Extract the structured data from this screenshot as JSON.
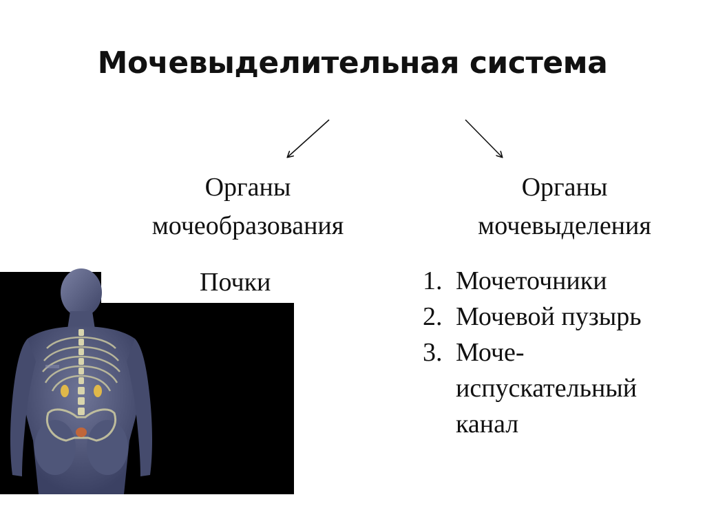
{
  "slide": {
    "title": "Мочевыделительная система",
    "left_column": {
      "heading_line1": "Органы",
      "heading_line2": "мочеобразования",
      "item": "Почки"
    },
    "right_column": {
      "heading_line1": "Органы",
      "heading_line2": "мочевыделения",
      "items": [
        {
          "num": "1.",
          "lines": [
            "Мочеточники"
          ]
        },
        {
          "num": "2.",
          "lines": [
            "Мочевой пузырь"
          ]
        },
        {
          "num": "3.",
          "lines": [
            "Моче-",
            "испускательный",
            "канал"
          ]
        }
      ]
    },
    "image": {
      "subject": "human-body-urinary-system",
      "background_color": "#000000",
      "body_color": "#4b5275"
    }
  }
}
